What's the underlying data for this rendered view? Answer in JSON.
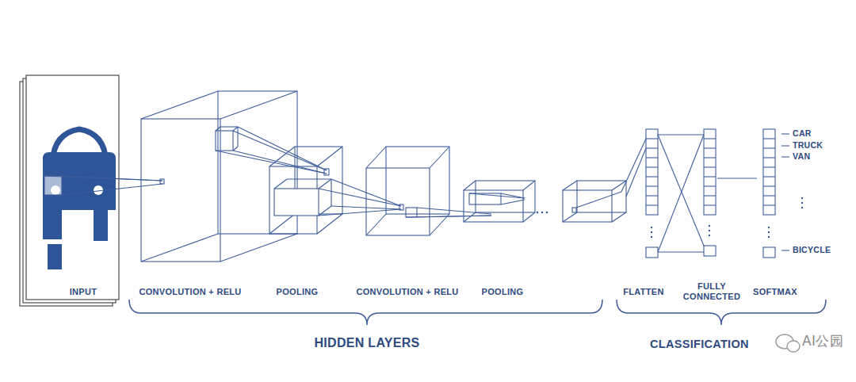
{
  "diagram": {
    "labels": [
      "INPUT",
      "CONVOLUTION + RELU",
      "POOLING",
      "CONVOLUTION + RELU",
      "POOLING",
      "FLATTEN",
      "FULLY CONNECTED",
      "SOFTMAX",
      "CAR",
      "TRUCK",
      "VAN",
      "BICYCLE",
      "HIDDEN LAYERS",
      "CLASSIFICATION",
      "AI公园"
    ]
  }
}
